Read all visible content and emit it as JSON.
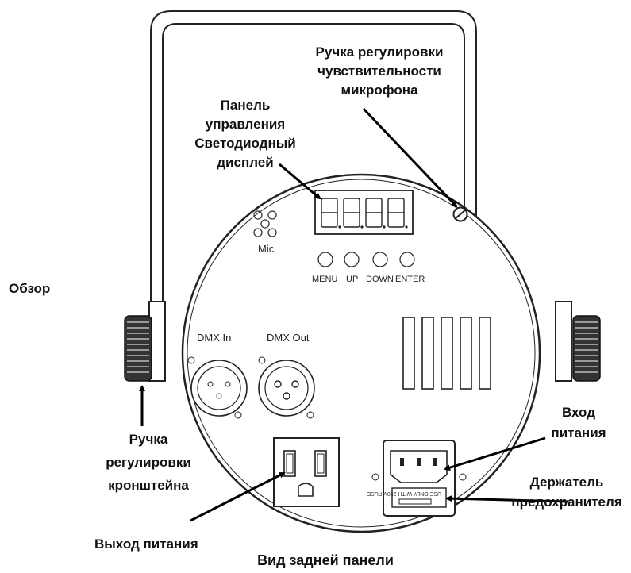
{
  "labels": {
    "overview": "Обзор",
    "mic_knob": [
      "Ручка регулировки",
      "чувствительности",
      "микрофона"
    ],
    "control_panel": [
      "Панель",
      "управления",
      "Светодиодный",
      "дисплей"
    ],
    "bracket_knob": [
      "Ручка",
      "регулировки",
      "кронштейна"
    ],
    "power_out": "Выход питания",
    "power_in": [
      "Вход",
      "питания"
    ],
    "fuse_holder": [
      "Держатель",
      "предохранителя"
    ],
    "caption": "Вид задней панели"
  },
  "device": {
    "mic": "Mic",
    "buttons": [
      "MENU",
      "UP",
      "DOWN",
      "ENTER"
    ],
    "dmx_in": "DMX In",
    "dmx_out": "DMX Out",
    "fuse_text": "USE ONLY WITH 250V FUSE"
  }
}
